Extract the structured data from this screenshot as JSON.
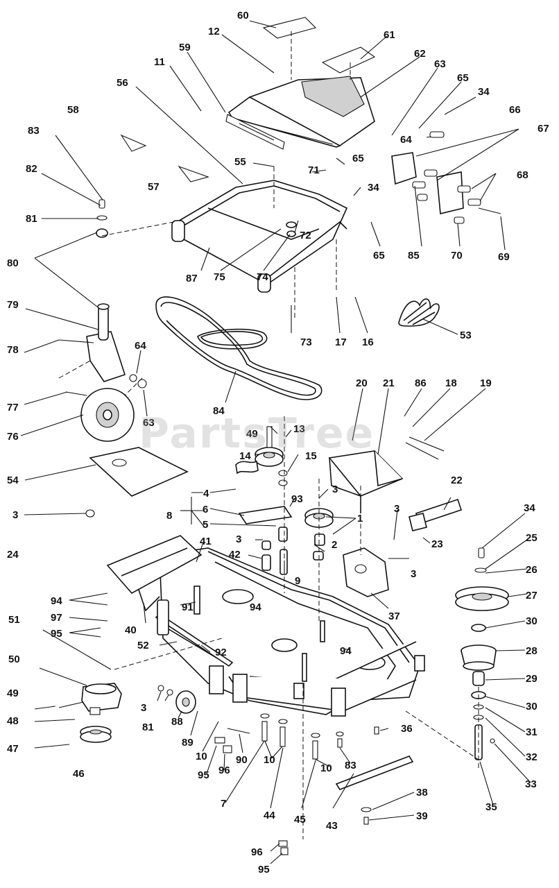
{
  "diagram": {
    "watermark": "PartsTree",
    "callouts": [
      {
        "id": "c60",
        "text": "60"
      },
      {
        "id": "c12",
        "text": "12"
      },
      {
        "id": "c61",
        "text": "61"
      },
      {
        "id": "c59",
        "text": "59"
      },
      {
        "id": "c62",
        "text": "62"
      },
      {
        "id": "c11",
        "text": "11"
      },
      {
        "id": "c63a",
        "text": "63"
      },
      {
        "id": "c65a",
        "text": "65"
      },
      {
        "id": "c56",
        "text": "56"
      },
      {
        "id": "c34a",
        "text": "34"
      },
      {
        "id": "c58",
        "text": "58"
      },
      {
        "id": "c66",
        "text": "66"
      },
      {
        "id": "c83a",
        "text": "83"
      },
      {
        "id": "c64a",
        "text": "64"
      },
      {
        "id": "c67",
        "text": "67"
      },
      {
        "id": "c65b",
        "text": "65"
      },
      {
        "id": "c55",
        "text": "55"
      },
      {
        "id": "c71",
        "text": "71"
      },
      {
        "id": "c82",
        "text": "82"
      },
      {
        "id": "c57",
        "text": "57"
      },
      {
        "id": "c68",
        "text": "68"
      },
      {
        "id": "c34b",
        "text": "34"
      },
      {
        "id": "c81a",
        "text": "81"
      },
      {
        "id": "c72",
        "text": "72"
      },
      {
        "id": "c65c",
        "text": "65"
      },
      {
        "id": "c85",
        "text": "85"
      },
      {
        "id": "c70",
        "text": "70"
      },
      {
        "id": "c69",
        "text": "69"
      },
      {
        "id": "c80",
        "text": "80"
      },
      {
        "id": "c87",
        "text": "87"
      },
      {
        "id": "c75",
        "text": "75"
      },
      {
        "id": "c74",
        "text": "74"
      },
      {
        "id": "c79",
        "text": "79"
      },
      {
        "id": "c73",
        "text": "73"
      },
      {
        "id": "c17",
        "text": "17"
      },
      {
        "id": "c16",
        "text": "16"
      },
      {
        "id": "c53",
        "text": "53"
      },
      {
        "id": "c78",
        "text": "78"
      },
      {
        "id": "c64b",
        "text": "64"
      },
      {
        "id": "c84",
        "text": "84"
      },
      {
        "id": "c77",
        "text": "77"
      },
      {
        "id": "c63b",
        "text": "63"
      },
      {
        "id": "c20",
        "text": "20"
      },
      {
        "id": "c21",
        "text": "21"
      },
      {
        "id": "c86",
        "text": "86"
      },
      {
        "id": "c18",
        "text": "18"
      },
      {
        "id": "c19",
        "text": "19"
      },
      {
        "id": "c76",
        "text": "76"
      },
      {
        "id": "c49a",
        "text": "49"
      },
      {
        "id": "c13",
        "text": "13"
      },
      {
        "id": "c14",
        "text": "14"
      },
      {
        "id": "c15",
        "text": "15"
      },
      {
        "id": "c54",
        "text": "54"
      },
      {
        "id": "c22",
        "text": "22"
      },
      {
        "id": "c4",
        "text": "4"
      },
      {
        "id": "c3a",
        "text": "3"
      },
      {
        "id": "c93",
        "text": "93"
      },
      {
        "id": "c3b",
        "text": "3"
      },
      {
        "id": "c6",
        "text": "6"
      },
      {
        "id": "c8",
        "text": "8"
      },
      {
        "id": "c1",
        "text": "1"
      },
      {
        "id": "c5",
        "text": "5"
      },
      {
        "id": "c3c",
        "text": "3"
      },
      {
        "id": "c34c",
        "text": "34"
      },
      {
        "id": "c41",
        "text": "41"
      },
      {
        "id": "c3d",
        "text": "3"
      },
      {
        "id": "c2",
        "text": "2"
      },
      {
        "id": "c23",
        "text": "23"
      },
      {
        "id": "c25",
        "text": "25"
      },
      {
        "id": "c24",
        "text": "24"
      },
      {
        "id": "c42",
        "text": "42"
      },
      {
        "id": "c3e",
        "text": "3"
      },
      {
        "id": "c26",
        "text": "26"
      },
      {
        "id": "c9",
        "text": "9"
      },
      {
        "id": "c94a",
        "text": "94"
      },
      {
        "id": "c27",
        "text": "27"
      },
      {
        "id": "c91",
        "text": "91"
      },
      {
        "id": "c94b",
        "text": "94"
      },
      {
        "id": "c37",
        "text": "37"
      },
      {
        "id": "c97",
        "text": "97"
      },
      {
        "id": "c40",
        "text": "40"
      },
      {
        "id": "c30a",
        "text": "30"
      },
      {
        "id": "c51",
        "text": "51"
      },
      {
        "id": "c95a",
        "text": "95"
      },
      {
        "id": "c28",
        "text": "28"
      },
      {
        "id": "c52",
        "text": "52"
      },
      {
        "id": "c94c",
        "text": "94"
      },
      {
        "id": "c92",
        "text": "92"
      },
      {
        "id": "c50",
        "text": "50"
      },
      {
        "id": "c29",
        "text": "29"
      },
      {
        "id": "c49b",
        "text": "49"
      },
      {
        "id": "c3f",
        "text": "3"
      },
      {
        "id": "c81b",
        "text": "81"
      },
      {
        "id": "c88",
        "text": "88"
      },
      {
        "id": "c30b",
        "text": "30"
      },
      {
        "id": "c48",
        "text": "48"
      },
      {
        "id": "c31",
        "text": "31"
      },
      {
        "id": "c89",
        "text": "89"
      },
      {
        "id": "c36",
        "text": "36"
      },
      {
        "id": "c47",
        "text": "47"
      },
      {
        "id": "c32",
        "text": "32"
      },
      {
        "id": "c10a",
        "text": "10"
      },
      {
        "id": "c90",
        "text": "90"
      },
      {
        "id": "c10b",
        "text": "10"
      },
      {
        "id": "c10c",
        "text": "10"
      },
      {
        "id": "c46",
        "text": "46"
      },
      {
        "id": "c95b",
        "text": "95"
      },
      {
        "id": "c96a",
        "text": "96"
      },
      {
        "id": "c83b",
        "text": "83"
      },
      {
        "id": "c33",
        "text": "33"
      },
      {
        "id": "c7",
        "text": "7"
      },
      {
        "id": "c35",
        "text": "35"
      },
      {
        "id": "c38",
        "text": "38"
      },
      {
        "id": "c44",
        "text": "44"
      },
      {
        "id": "c45",
        "text": "45"
      },
      {
        "id": "c43",
        "text": "43"
      },
      {
        "id": "c39",
        "text": "39"
      },
      {
        "id": "c96b",
        "text": "96"
      },
      {
        "id": "c95c",
        "text": "95"
      }
    ]
  }
}
